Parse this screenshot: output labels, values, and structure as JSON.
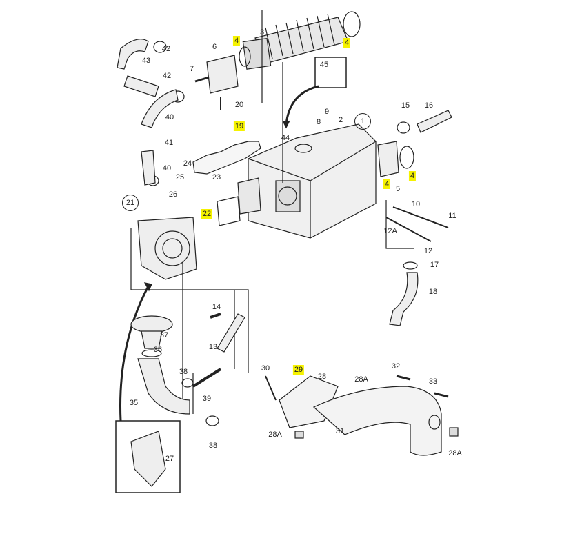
{
  "diagram": {
    "callouts": [
      {
        "text": "42",
        "hl": false
      },
      {
        "text": "43",
        "hl": false
      },
      {
        "text": "42",
        "hl": false
      },
      {
        "text": "7",
        "hl": false
      },
      {
        "text": "6",
        "hl": false
      },
      {
        "text": "4",
        "hl": true
      },
      {
        "text": "3",
        "hl": false
      },
      {
        "text": "4",
        "hl": true
      },
      {
        "text": "45",
        "hl": false
      },
      {
        "text": "20",
        "hl": false
      },
      {
        "text": "40",
        "hl": false
      },
      {
        "text": "9",
        "hl": false
      },
      {
        "text": "8",
        "hl": false
      },
      {
        "text": "44",
        "hl": false
      },
      {
        "text": "2",
        "hl": false
      },
      {
        "text": "1",
        "hl": false,
        "circle": true
      },
      {
        "text": "15",
        "hl": false
      },
      {
        "text": "16",
        "hl": false
      },
      {
        "text": "19",
        "hl": true
      },
      {
        "text": "41",
        "hl": false
      },
      {
        "text": "24",
        "hl": false
      },
      {
        "text": "40",
        "hl": false
      },
      {
        "text": "25",
        "hl": false
      },
      {
        "text": "23",
        "hl": false
      },
      {
        "text": "4",
        "hl": true
      },
      {
        "text": "4",
        "hl": true
      },
      {
        "text": "5",
        "hl": false
      },
      {
        "text": "26",
        "hl": false
      },
      {
        "text": "21",
        "hl": false,
        "circle": true
      },
      {
        "text": "10",
        "hl": false
      },
      {
        "text": "11",
        "hl": false
      },
      {
        "text": "22",
        "hl": true
      },
      {
        "text": "12A",
        "hl": false
      },
      {
        "text": "12",
        "hl": false
      },
      {
        "text": "17",
        "hl": false
      },
      {
        "text": "18",
        "hl": false
      },
      {
        "text": "14",
        "hl": false
      },
      {
        "text": "37",
        "hl": false
      },
      {
        "text": "36",
        "hl": false
      },
      {
        "text": "13",
        "hl": false
      },
      {
        "text": "29",
        "hl": true
      },
      {
        "text": "30",
        "hl": false
      },
      {
        "text": "28",
        "hl": false
      },
      {
        "text": "28A",
        "hl": false
      },
      {
        "text": "32",
        "hl": false
      },
      {
        "text": "33",
        "hl": false
      },
      {
        "text": "38",
        "hl": false
      },
      {
        "text": "39",
        "hl": false
      },
      {
        "text": "35",
        "hl": false
      },
      {
        "text": "31",
        "hl": false
      },
      {
        "text": "28A",
        "hl": false
      },
      {
        "text": "28A",
        "hl": false
      },
      {
        "text": "38",
        "hl": false
      },
      {
        "text": "27",
        "hl": false
      }
    ],
    "highlight_color": "#f5f200"
  }
}
